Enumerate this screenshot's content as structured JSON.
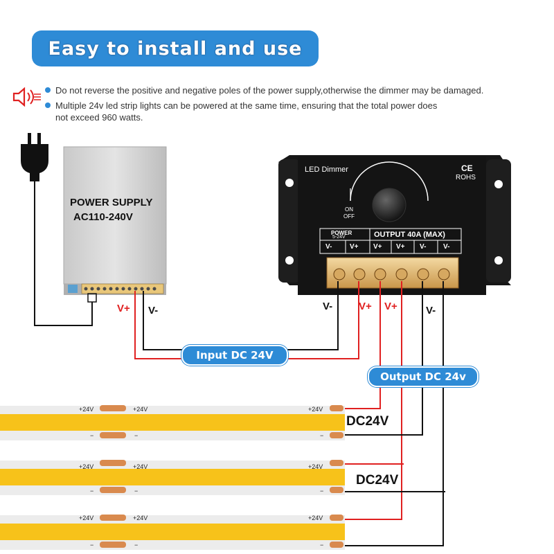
{
  "header": {
    "title": "Easy to install and use"
  },
  "notes": [
    "Do not reverse the positive and negative poles of the power supply,otherwise the dimmer may be damaged.",
    "Multiple 24v led strip lights can be powered at the same time, ensuring that the total power does",
    "not exceed 960 watts."
  ],
  "power_supply": {
    "line1": "POWER SUPPLY",
    "line2": "AC110-240V"
  },
  "dimmer": {
    "title": "LED Dimmer",
    "ce": "CE",
    "rohs": "ROHS",
    "on": "ON",
    "off": "OFF",
    "power_label": "POWER",
    "power_range": "5-24V",
    "output_label": "OUTPUT 40A (MAX)",
    "terminals": [
      "V-",
      "V+",
      "V+",
      "V+",
      "V-",
      "V-"
    ]
  },
  "wire_labels": {
    "psu_pos": "V+",
    "psu_neg": "V-",
    "dim_neg": "V-",
    "dim_pos1": "V+",
    "dim_pos2": "V+",
    "dim_neg2": "V-"
  },
  "pills": {
    "input": "Input DC 24V",
    "output": "Output DC 24v"
  },
  "strips": {
    "plus": "+24V",
    "minus": "−",
    "dc_label_1": "DC24V",
    "dc_label_2": "DC24V"
  },
  "colors": {
    "accent": "#2e8bd6",
    "positive_wire": "#e02020",
    "negative_wire": "#111111",
    "strip": "#f7c21a"
  }
}
